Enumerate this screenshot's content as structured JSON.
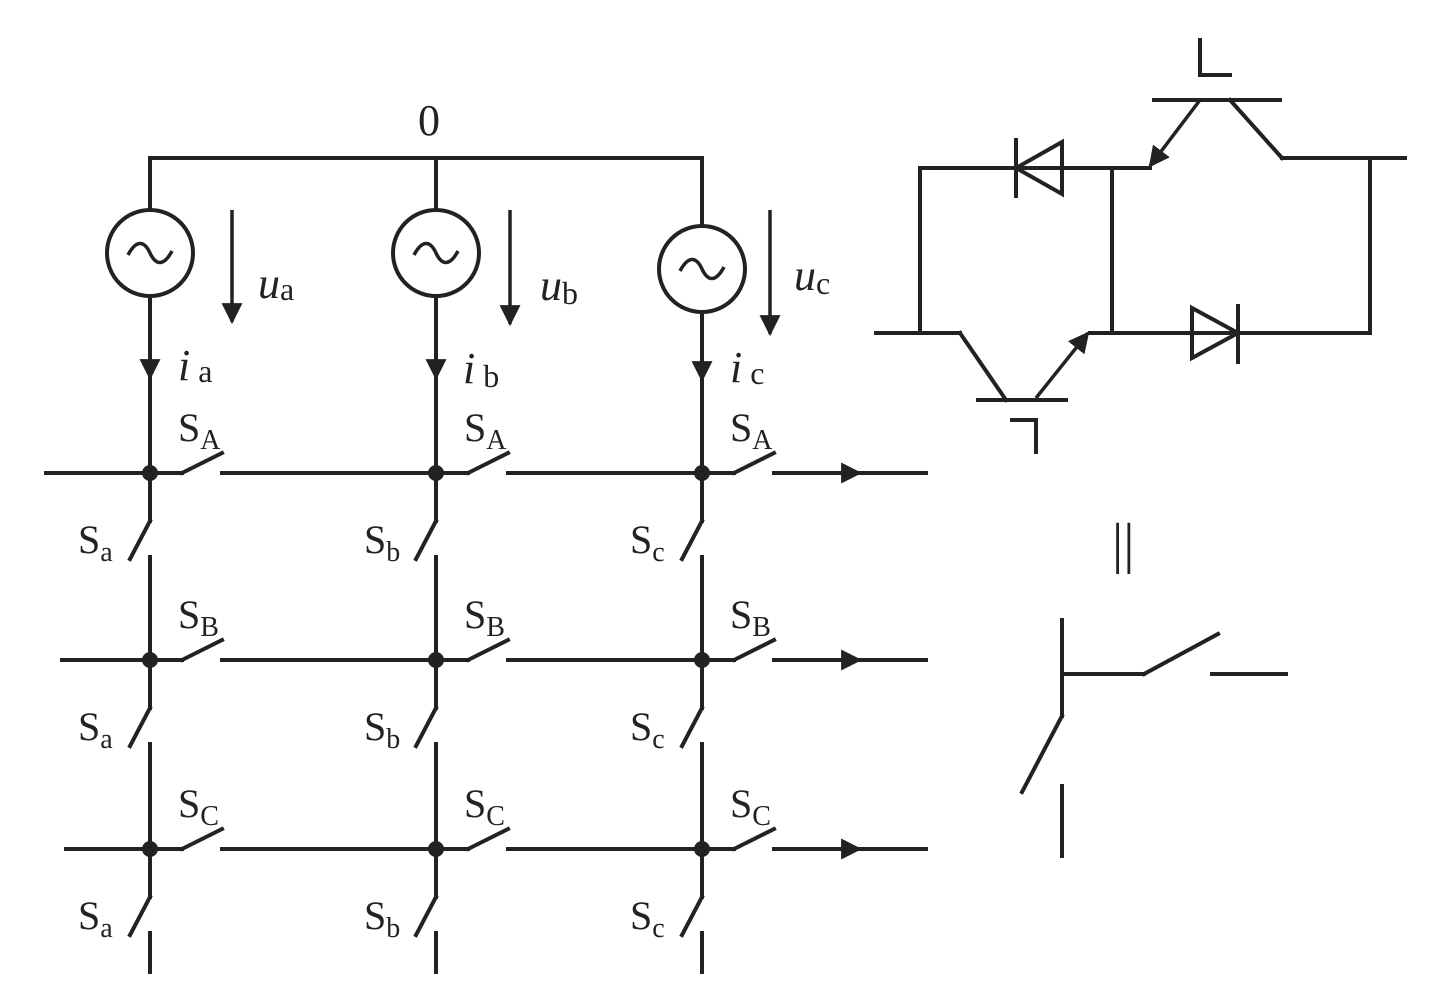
{
  "labels": {
    "neutral": "0",
    "u": "u",
    "i": "i",
    "s": "S",
    "equiv": "||"
  },
  "phases": [
    {
      "sub": "a"
    },
    {
      "sub": "b"
    },
    {
      "sub": "c"
    }
  ],
  "outputs": [
    {
      "sub": "A"
    },
    {
      "sub": "B"
    },
    {
      "sub": "C"
    }
  ],
  "icons": {
    "source": "ac-source-icon",
    "diode": "diode-icon",
    "transistor": "igbt-icon",
    "switch": "switch-icon"
  }
}
